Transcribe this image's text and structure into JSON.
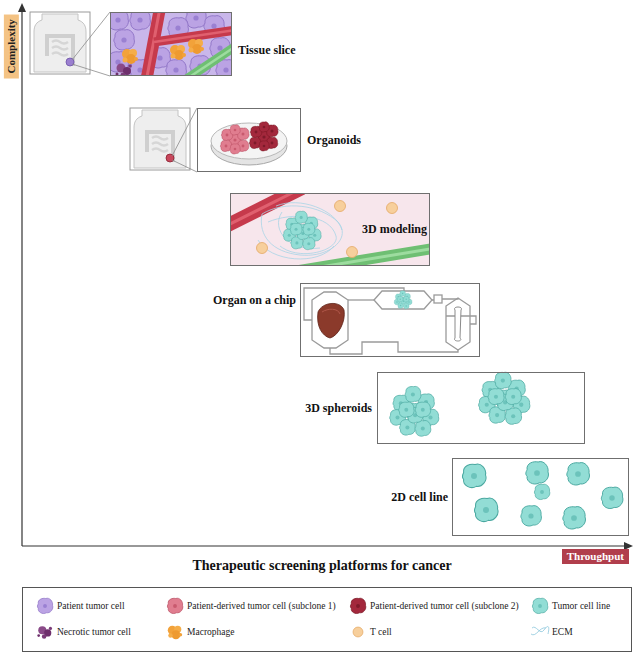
{
  "diagram": {
    "title": "Therapeutic screening platforms for cancer",
    "nodes": [
      {
        "text": [
          "Tissue slice"
        ]
      },
      {
        "text": [
          "Organoids"
        ]
      },
      {
        "text": [
          "3D modeling"
        ]
      },
      {
        "text": [
          "Organ on a chip"
        ]
      },
      {
        "text": [
          "3D spheroids"
        ]
      },
      {
        "text": [
          "2D cell line"
        ]
      }
    ],
    "labels": [
      "Complexity",
      "Throughput"
    ],
    "legend": [
      {
        "text": "Patient tumor cell"
      },
      {
        "text": "Patient-derived tumor cell (subclone 1)"
      },
      {
        "text": "Patient-derived tumor cell (subclone 2)"
      },
      {
        "text": "Tumor cell line"
      },
      {
        "text": "Necrotic tumor cell"
      },
      {
        "text": "Macrophage"
      },
      {
        "text": "T cell"
      },
      {
        "text": "ECM"
      }
    ]
  }
}
